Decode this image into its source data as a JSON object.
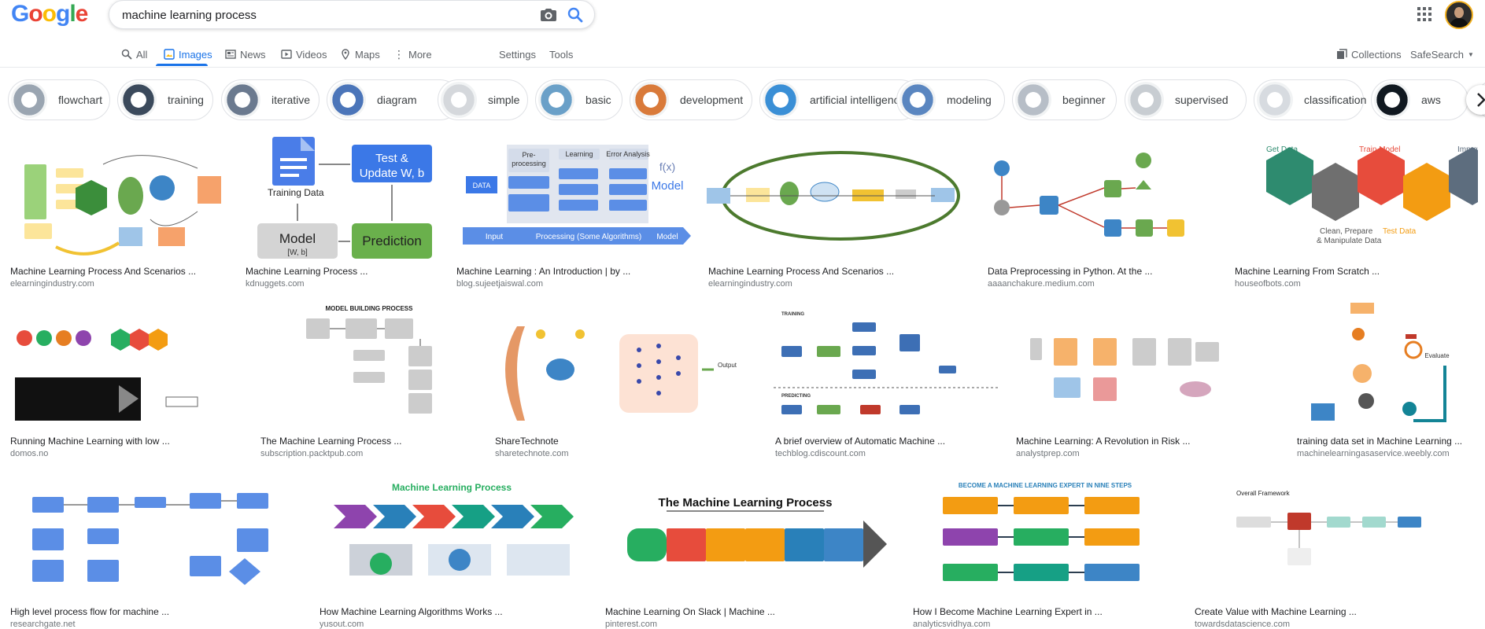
{
  "header": {
    "logo_letters": [
      {
        "ch": "G",
        "color": "#4285f4"
      },
      {
        "ch": "o",
        "color": "#ea4335"
      },
      {
        "ch": "o",
        "color": "#fbbc05"
      },
      {
        "ch": "g",
        "color": "#4285f4"
      },
      {
        "ch": "l",
        "color": "#34a853"
      },
      {
        "ch": "e",
        "color": "#ea4335"
      }
    ],
    "search_value": "machine learning process"
  },
  "nav": {
    "tabs": [
      {
        "label": "All",
        "icon": "search-icon"
      },
      {
        "label": "Images",
        "icon": "image-icon",
        "active": true
      },
      {
        "label": "News",
        "icon": "news-icon"
      },
      {
        "label": "Videos",
        "icon": "video-icon"
      },
      {
        "label": "Maps",
        "icon": "map-pin-icon"
      },
      {
        "label": "More",
        "icon": "more-vert-icon"
      }
    ],
    "settings": "Settings",
    "tools": "Tools",
    "collections": "Collections",
    "safesearch": "SafeSearch"
  },
  "chips": [
    "flowchart",
    "training",
    "iterative",
    "diagram",
    "simple",
    "basic",
    "development",
    "artificial intelligence",
    "modeling",
    "beginner",
    "supervised",
    "classification",
    "aws"
  ],
  "results": [
    {
      "title": "Machine Learning Process And Scenarios ...",
      "source": "elearningindustry.com"
    },
    {
      "title": "Machine Learning Process ...",
      "source": "kdnuggets.com"
    },
    {
      "title": "Machine Learning : An Introduction | by ...",
      "source": "blog.sujeetjaiswal.com"
    },
    {
      "title": "Machine Learning Process And Scenarios ...",
      "source": "elearningindustry.com"
    },
    {
      "title": "Data Preprocessing in Python. At the ...",
      "source": "aaaanchakure.medium.com"
    },
    {
      "title": "Machine Learning From Scratch ...",
      "source": "houseofbots.com"
    },
    {
      "title": "Running Machine Learning with low ...",
      "source": "domos.no"
    },
    {
      "title": "The Machine Learning Process ...",
      "source": "subscription.packtpub.com"
    },
    {
      "title": "ShareTechnote",
      "source": "sharetechnote.com"
    },
    {
      "title": "A brief overview of Automatic Machine ...",
      "source": "techblog.cdiscount.com"
    },
    {
      "title": "Machine Learning: A Revolution in Risk ...",
      "source": "analystprep.com"
    },
    {
      "title": "training data set in Machine Learning ...",
      "source": "machinelearningasaservice.weebly.com"
    },
    {
      "title": "High level process flow for machine ...",
      "source": "researchgate.net"
    },
    {
      "title": "How Machine Learning Algorithms Works ...",
      "source": "yusout.com"
    },
    {
      "title": "Machine Learning On Slack | Machine ...",
      "source": "pinterest.com"
    },
    {
      "title": "How I Become Machine Learning Expert in ...",
      "source": "analyticsvidhya.com"
    },
    {
      "title": "Create Value with Machine Learning ...",
      "source": "towardsdatascience.com"
    }
  ],
  "thumb_text": {
    "kd_training": "Training Data",
    "kd_test": "Test &",
    "kd_update": "Update W, b",
    "kd_model": "Model",
    "kd_wb": "[W, b]",
    "kd_pred": "Prediction",
    "sj_data": "DATA",
    "sj_pre": "Pre-",
    "sj_processing": "processing",
    "sj_learning": "Learning",
    "sj_error": "Error Analysis",
    "sj_fx": "f(x)",
    "sj_model": "Model",
    "sj_input": "Input",
    "sj_proc": "Processing (Some Algorithms)",
    "sj_out": "Model",
    "hb_get": "Get Data",
    "hb_train": "Train Model",
    "hb_improve": "Improve",
    "hb_test": "Test Data",
    "hb_clean": "Clean, Prepare",
    "hb_manip": "& Manipulate Data",
    "mb_title": "MODEL BUILDING PROCESS",
    "mlp_title": "Machine Learning Process",
    "slack_title": "The Machine Learning Process",
    "av_title": "BECOME A MACHINE LEARNING EXPERT IN NINE STEPS",
    "tds_title": "Overall Framework",
    "aml_training": "TRAINING",
    "aml_predicting": "PREDICTING",
    "st_output": "Output",
    "ml_service": "Evaluate"
  }
}
